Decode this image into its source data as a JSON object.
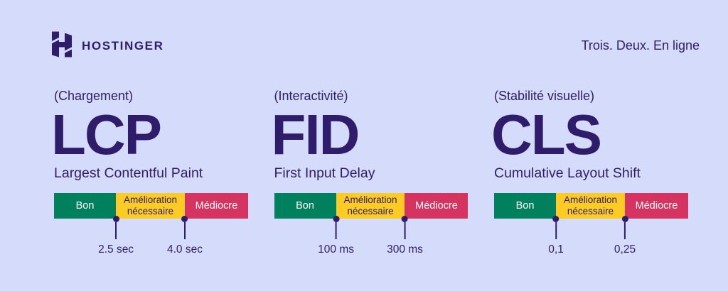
{
  "canvas": {
    "background_color": "#D5DCFB",
    "accent_color": "#2F1C6A"
  },
  "header": {
    "brand": "HOSTINGER",
    "logo_icon": "hostinger-h-logo",
    "tagline": "Trois. Deux. En ligne"
  },
  "scale": {
    "good_label": "Bon",
    "needs_improvement_label": "Amélioration nécessaire",
    "poor_label": "Médiocre",
    "good_color": "#00805C",
    "needs_improvement_color": "#FCCB24",
    "poor_color": "#D63460",
    "marker_color": "#2F1C6A"
  },
  "metrics": [
    {
      "category": "(Chargement)",
      "abbr": "LCP",
      "name": "Largest Contentful Paint",
      "threshold_good": "2.5 sec",
      "threshold_poor": "4.0 sec"
    },
    {
      "category": "(Interactivité)",
      "abbr": "FID",
      "name": "First Input Delay",
      "threshold_good": "100 ms",
      "threshold_poor": "300 ms"
    },
    {
      "category": "(Stabilité visuelle)",
      "abbr": "CLS",
      "name": "Cumulative Layout Shift",
      "threshold_good": "0,1",
      "threshold_poor": "0,25"
    }
  ]
}
